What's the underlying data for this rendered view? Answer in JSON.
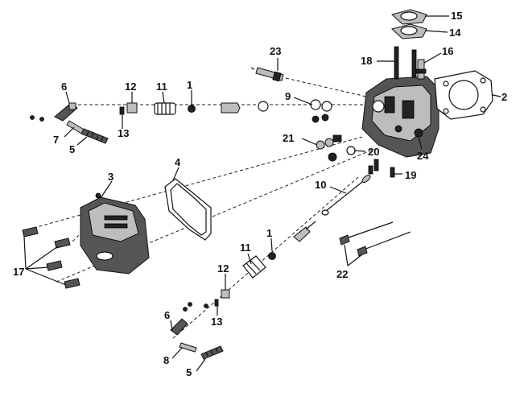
{
  "diagram": {
    "callouts": [
      "1",
      "1",
      "2",
      "3",
      "4",
      "5",
      "5",
      "6",
      "6",
      "7",
      "8",
      "9",
      "10",
      "11",
      "11",
      "12",
      "12",
      "13",
      "13",
      "14",
      "15",
      "16",
      "17",
      "18",
      "19",
      "20",
      "21",
      "22",
      "23",
      "24"
    ]
  }
}
